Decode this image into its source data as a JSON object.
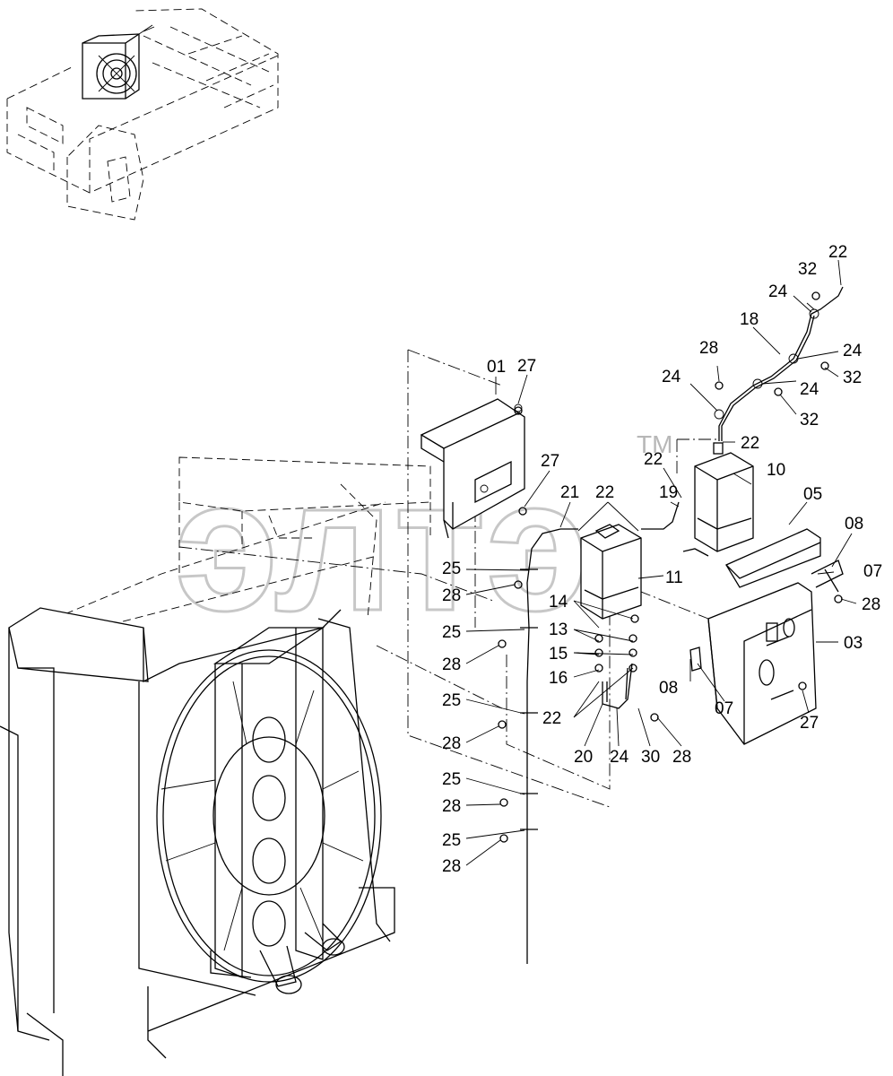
{
  "watermark": {
    "text": "элтэ",
    "trademark": "TM"
  },
  "callouts": [
    {
      "id": "c01",
      "text": "01"
    },
    {
      "id": "c27a",
      "text": "27"
    },
    {
      "id": "c27b",
      "text": "27"
    },
    {
      "id": "c21",
      "text": "21"
    },
    {
      "id": "c22a",
      "text": "22"
    },
    {
      "id": "c19",
      "text": "19"
    },
    {
      "id": "c22b",
      "text": "22"
    },
    {
      "id": "c22c",
      "text": "22"
    },
    {
      "id": "c10",
      "text": "10"
    },
    {
      "id": "c22d",
      "text": "22"
    },
    {
      "id": "c32a",
      "text": "32"
    },
    {
      "id": "c24a",
      "text": "24"
    },
    {
      "id": "c18",
      "text": "18"
    },
    {
      "id": "c28a",
      "text": "28"
    },
    {
      "id": "c24b",
      "text": "24"
    },
    {
      "id": "c32b",
      "text": "32"
    },
    {
      "id": "c24c",
      "text": "24"
    },
    {
      "id": "c24d",
      "text": "24"
    },
    {
      "id": "c32c",
      "text": "32"
    },
    {
      "id": "c05",
      "text": "05"
    },
    {
      "id": "c08a",
      "text": "08"
    },
    {
      "id": "c07a",
      "text": "07"
    },
    {
      "id": "c28b",
      "text": "28"
    },
    {
      "id": "c03",
      "text": "03"
    },
    {
      "id": "c11",
      "text": "11"
    },
    {
      "id": "c25a",
      "text": "25"
    },
    {
      "id": "c28c",
      "text": "28"
    },
    {
      "id": "c14",
      "text": "14"
    },
    {
      "id": "c13",
      "text": "13"
    },
    {
      "id": "c15",
      "text": "15"
    },
    {
      "id": "c16",
      "text": "16"
    },
    {
      "id": "c25b",
      "text": "25"
    },
    {
      "id": "c28d",
      "text": "28"
    },
    {
      "id": "c25c",
      "text": "25"
    },
    {
      "id": "c28e",
      "text": "28"
    },
    {
      "id": "c22e",
      "text": "22"
    },
    {
      "id": "c20",
      "text": "20"
    },
    {
      "id": "c24e",
      "text": "24"
    },
    {
      "id": "c30",
      "text": "30"
    },
    {
      "id": "c28f",
      "text": "28"
    },
    {
      "id": "c08b",
      "text": "08"
    },
    {
      "id": "c07b",
      "text": "07"
    },
    {
      "id": "c27c",
      "text": "27"
    },
    {
      "id": "c25d",
      "text": "25"
    },
    {
      "id": "c28g",
      "text": "28"
    },
    {
      "id": "c25e",
      "text": "25"
    },
    {
      "id": "c28h",
      "text": "28"
    }
  ]
}
